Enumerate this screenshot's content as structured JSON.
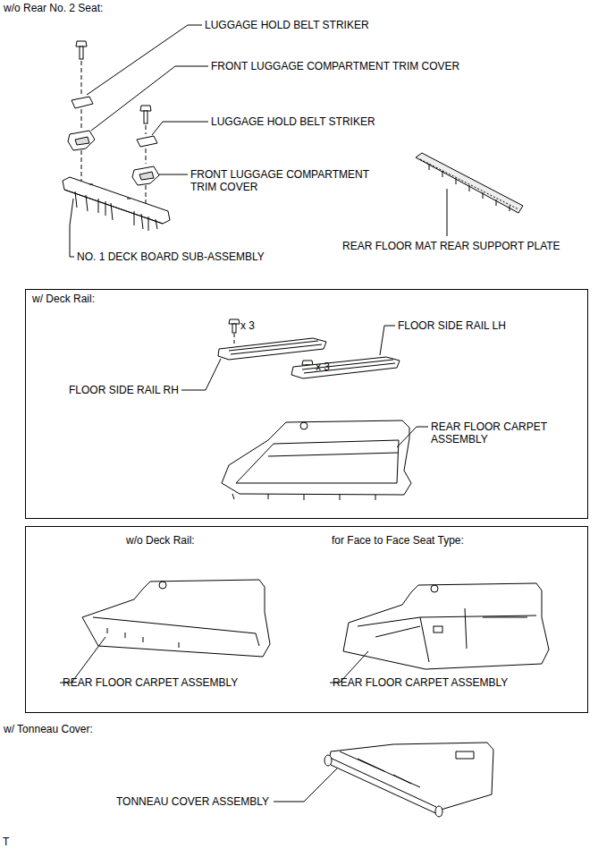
{
  "diagram": {
    "nodes": [
      {
        "text": [
          "w/ Deck Rail:"
        ]
      },
      {
        "text": [
          "w/o Deck Rail:",
          "for Face to Face Seat Type:"
        ]
      }
    ],
    "labels": [
      "w/o Rear No. 2 Seat:",
      "LUGGAGE HOLD BELT STRIKER",
      "FRONT LUGGAGE COMPARTMENT TRIM COVER",
      "LUGGAGE HOLD BELT STRIKER",
      "FRONT LUGGAGE COMPARTMENT TRIM COVER",
      "NO. 1 DECK BOARD SUB-ASSEMBLY",
      "REAR FLOOR MAT REAR SUPPORT PLATE",
      "x 3",
      "FLOOR SIDE RAIL LH",
      "x 3",
      "FLOOR SIDE RAIL RH",
      "REAR FLOOR CARPET ASSEMBLY",
      "REAR FLOOR CARPET ASSEMBLY",
      "REAR FLOOR CARPET ASSEMBLY",
      "w/ Tonneau Cover:",
      "TONNEAU COVER ASSEMBLY",
      "T"
    ]
  }
}
